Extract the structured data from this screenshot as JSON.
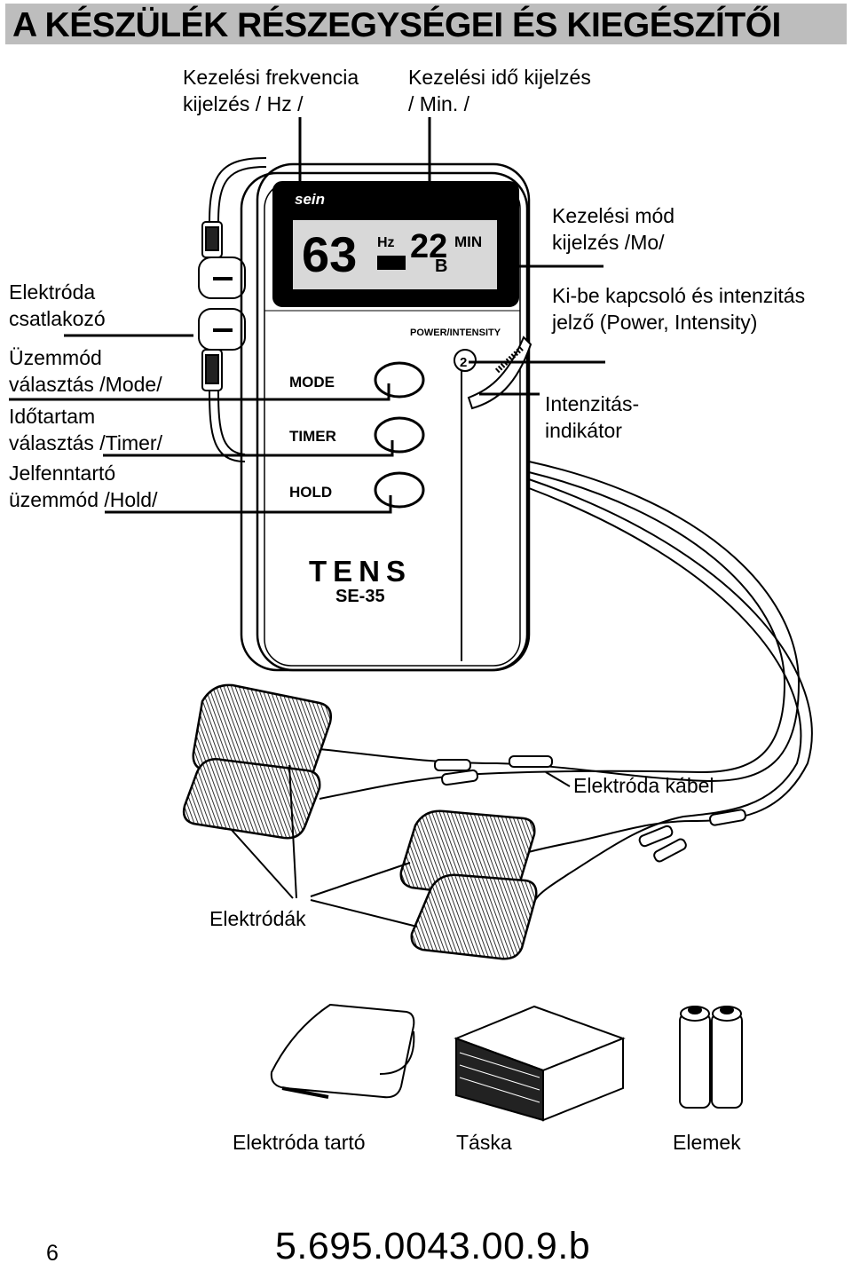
{
  "header": {
    "title": "A KÉSZÜLÉK RÉSZEGYSÉGEI ÉS KIEGÉSZÍTŐI"
  },
  "labels": {
    "frequency_display": [
      "Kezelési   frekvencia",
      "kijelzés / Hz /"
    ],
    "time_display": [
      "Kezelési  idő  kijelzés",
      "/ Min. /"
    ],
    "mode_display": [
      "Kezelési mód",
      "kijelzés /Mo/"
    ],
    "power_switch": [
      "Ki-be kapcsoló és intenzitás",
      "jelző (Power, Intensity)"
    ],
    "electrode_connector": [
      "Elektróda",
      "csatlakozó"
    ],
    "mode_select": [
      "Üzemmód",
      "választás /Mode/"
    ],
    "timer_select": [
      "Időtartam",
      "választás /Timer/"
    ],
    "hold_mode": [
      "Jelfenntartó",
      "üzemmód /Hold/"
    ],
    "intensity_indicator": [
      "Intenzitás-",
      "indikátor"
    ],
    "electrode_cable": "Elektróda kábel",
    "electrodes": "Elektródák",
    "electrode_holder": "Elektróda tartó",
    "bag": "Táska",
    "batteries": "Elemek"
  },
  "device": {
    "brand": "sein",
    "lcd_frequency": "63",
    "lcd_hz": "Hz",
    "lcd_time": "22",
    "lcd_min": "MIN",
    "lcd_mode": "B",
    "power_label": "POWER/INTENSITY",
    "knob_number": "2",
    "button_mode": "MODE",
    "button_timer": "TIMER",
    "button_hold": "HOLD",
    "model_name": "TENS",
    "model_number": "SE-35"
  },
  "footer": {
    "page_number": "6",
    "document_code": "5.695.0043.00.9.b"
  },
  "colors": {
    "header_bg": "#bdbdbd",
    "ink": "#000000",
    "lcd_bg": "#d8d8d8"
  }
}
